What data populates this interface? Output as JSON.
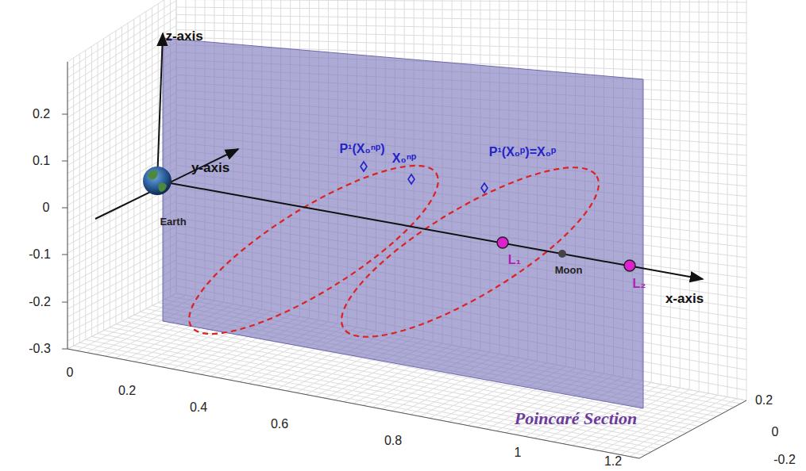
{
  "diagram": {
    "labels": [
      "z-axis",
      "0.2",
      "0.1",
      "0",
      "-0.1",
      "-0.2",
      "-0.3",
      "y-axis",
      "Earth",
      "P¹(X₀ⁿᵖ)",
      "X₀ⁿᵖ",
      "P¹(X₀ᵖ)=X₀ᵖ",
      "L₁",
      "Moon",
      "x-axis",
      "L₂",
      "Poincaré Section",
      "0",
      "0.2",
      "0.4",
      "0.6",
      "0.8",
      "1",
      "1.2",
      "0.2",
      "0",
      "-0.2"
    ]
  }
}
